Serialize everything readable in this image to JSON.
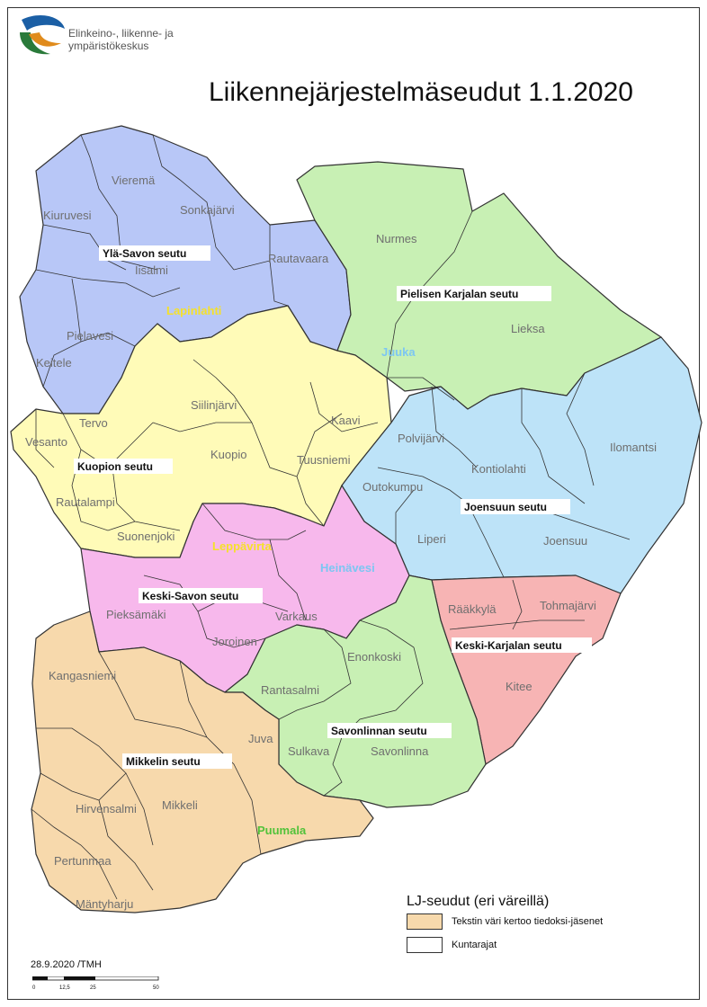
{
  "header": {
    "org_line1": "Elinkeino-, liikenne- ja",
    "org_line2": "ympäristökeskus",
    "title": "Liikennejärjestelmäseudut 1.1.2020"
  },
  "colors": {
    "yla_savo": "#b8c7f7",
    "pielinen": "#c8f0b4",
    "kuopio": "#fffbb8",
    "joensuu": "#bde3f8",
    "keski_savo": "#f7b8ec",
    "keski_karjala": "#f7b4b4",
    "savonlinna": "#c8f0b4",
    "mikkeli": "#f7d9ac",
    "border": "#333333",
    "member_yellow": "#f5e12a",
    "member_blue": "#7cc6f2",
    "member_green": "#52c23a"
  },
  "regions": {
    "yla_savo": "Ylä-Savon seutu",
    "pielinen": "Pielisen Karjalan seutu",
    "kuopio": "Kuopion seutu",
    "joensuu": "Joensuun seutu",
    "keski_savo": "Keski-Savon seutu",
    "keski_karjala": "Keski-Karjalan seutu",
    "savonlinna": "Savonlinnan seutu",
    "mikkeli": "Mikkelin seutu"
  },
  "municipalities": {
    "vierema": "Vieremä",
    "kiuruvesi": "Kiuruvesi",
    "sonkajarvi": "Sonkajärvi",
    "iisalmi": "Iisalmi",
    "rautavaara": "Rautavaara",
    "lapinlahti": "Lapinlahti",
    "pielavesi": "Pielavesi",
    "keitele": "Keitele",
    "nurmes": "Nurmes",
    "lieksa": "Lieksa",
    "juuka": "Juuka",
    "siilinjarvi": "Siilinjärvi",
    "kaavi": "Kaavi",
    "tervo": "Tervo",
    "vesanto": "Vesanto",
    "kuopio": "Kuopio",
    "tuusniemi": "Tuusniemi",
    "rautalampi": "Rautalampi",
    "suonenjoki": "Suonenjoki",
    "polvijarvi": "Polvijärvi",
    "ilomantsi": "Ilomantsi",
    "kontiolahti": "Kontiolahti",
    "outokumpu": "Outokumpu",
    "liperi": "Liperi",
    "joensuu": "Joensuu",
    "leppavirta": "Leppävirta",
    "heinavesi": "Heinävesi",
    "pieksamaki": "Pieksämäki",
    "varkaus": "Varkaus",
    "joroinen": "Joroinen",
    "raakkyla": "Rääkkylä",
    "tohmajarvi": "Tohmajärvi",
    "kitee": "Kitee",
    "enonkoski": "Enonkoski",
    "rantasalmi": "Rantasalmi",
    "sulkava": "Sulkava",
    "savonlinna": "Savonlinna",
    "kangasniemi": "Kangasniemi",
    "juva": "Juva",
    "hirvensalmi": "Hirvensalmi",
    "mikkeli": "Mikkeli",
    "puumala": "Puumala",
    "pertunmaa": "Pertunmaa",
    "mantyharju": "Mäntyharju"
  },
  "legend": {
    "title": "LJ-seudut (eri väreillä)",
    "item1": "Tekstin väri kertoo tiedoksi-jäsenet",
    "item2": "Kuntarajat"
  },
  "footer": {
    "date": "28.9.2020 /TMH",
    "scale_0": "0",
    "scale_1": "12,5",
    "scale_2": "25",
    "scale_3": "50"
  }
}
